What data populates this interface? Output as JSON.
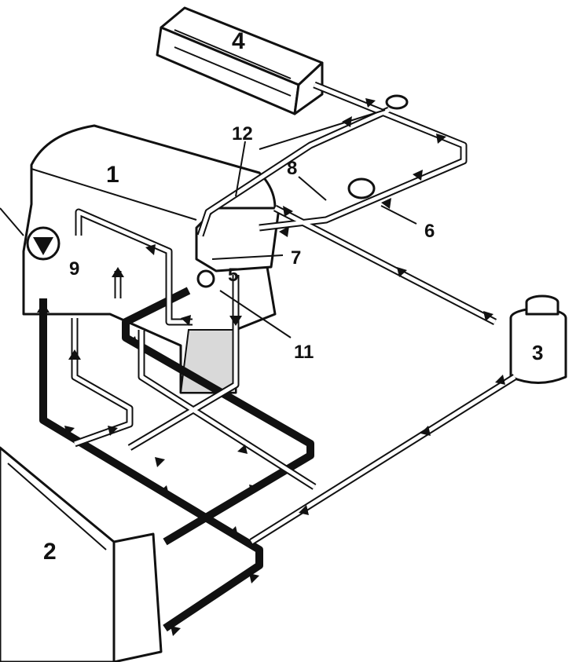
{
  "labels": {
    "engine": "1",
    "radiator": "2",
    "expansion_tank": "3",
    "heater_core": "4",
    "thermostat": "5",
    "valve_6": "6",
    "part_7": "7",
    "part_8": "8",
    "part_9": "9",
    "part_11": "11",
    "part_12": "12"
  },
  "colors": {
    "line": "#111111",
    "background": "#ffffff",
    "shade": "#d9d9d9"
  }
}
